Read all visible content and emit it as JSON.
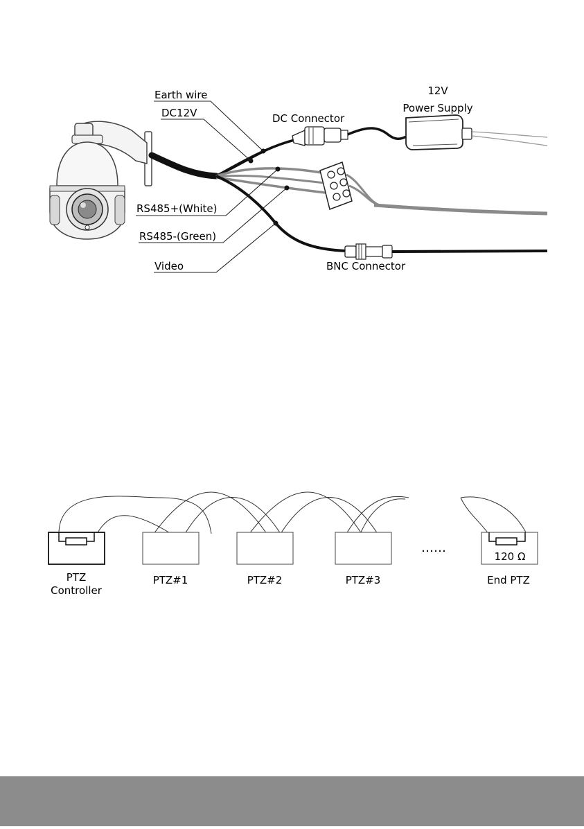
{
  "wiring": {
    "labels": {
      "earth_wire": "Earth wire",
      "dc12v": "DC12V",
      "dc_connector": "DC Connector",
      "power_supply_line1": "12V",
      "power_supply_line2": "Power Supply",
      "rs485_plus": "RS485+(White)",
      "rs485_minus": "RS485-(Green)",
      "video": "Video",
      "bnc_connector": "BNC Connector"
    }
  },
  "chain": {
    "controller_line1": "PTZ",
    "controller_line2": "Controller",
    "nodes": [
      "PTZ#1",
      "PTZ#2",
      "PTZ#3"
    ],
    "ellipsis": "……",
    "end_label": "End PTZ",
    "resistor_value": "120 Ω"
  },
  "colors": {
    "cable_dark": "#111111",
    "cable_grey": "#8a8a8a",
    "footer": "#8c8c8c"
  }
}
